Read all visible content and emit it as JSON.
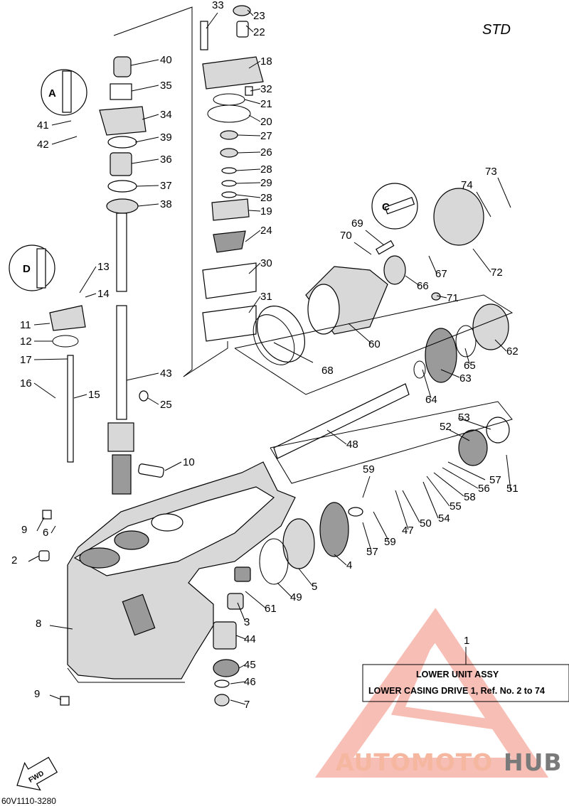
{
  "header": {
    "variant_label": "STD"
  },
  "assembly_box": {
    "ref_no": "1",
    "title": "LOWER UNIT ASSY",
    "subtitle": "LOWER CASING DRIVE 1, Ref. No. 2 to 74"
  },
  "footer": {
    "diagram_code": "60V1110-3280",
    "direction_label": "FWD"
  },
  "watermark": {
    "part1": "AUTOMOTO",
    "part2": "HUB",
    "accent_color": "#f28a7a",
    "secondary_color": "#7a7a7a"
  },
  "callouts": [
    "33",
    "23",
    "22",
    "18",
    "32",
    "21",
    "20",
    "27",
    "26",
    "28",
    "29",
    "28",
    "19",
    "24",
    "30",
    "31",
    "40",
    "35",
    "34",
    "41",
    "42",
    "39",
    "36",
    "37",
    "38",
    "43",
    "25",
    "13",
    "14",
    "11",
    "12",
    "17",
    "16",
    "15",
    "10",
    "73",
    "74",
    "69",
    "70",
    "67",
    "72",
    "66",
    "71",
    "60",
    "62",
    "65",
    "63",
    "64",
    "68",
    "53",
    "52",
    "48",
    "59",
    "57",
    "51",
    "56",
    "58",
    "55",
    "54",
    "50",
    "59",
    "57",
    "47",
    "4",
    "5",
    "49",
    "61",
    "3",
    "44",
    "45",
    "46",
    "7",
    "9",
    "6",
    "2",
    "8",
    "9"
  ],
  "insets": {
    "grease_a": "A",
    "grease_c": "C",
    "grease_d": "D"
  }
}
